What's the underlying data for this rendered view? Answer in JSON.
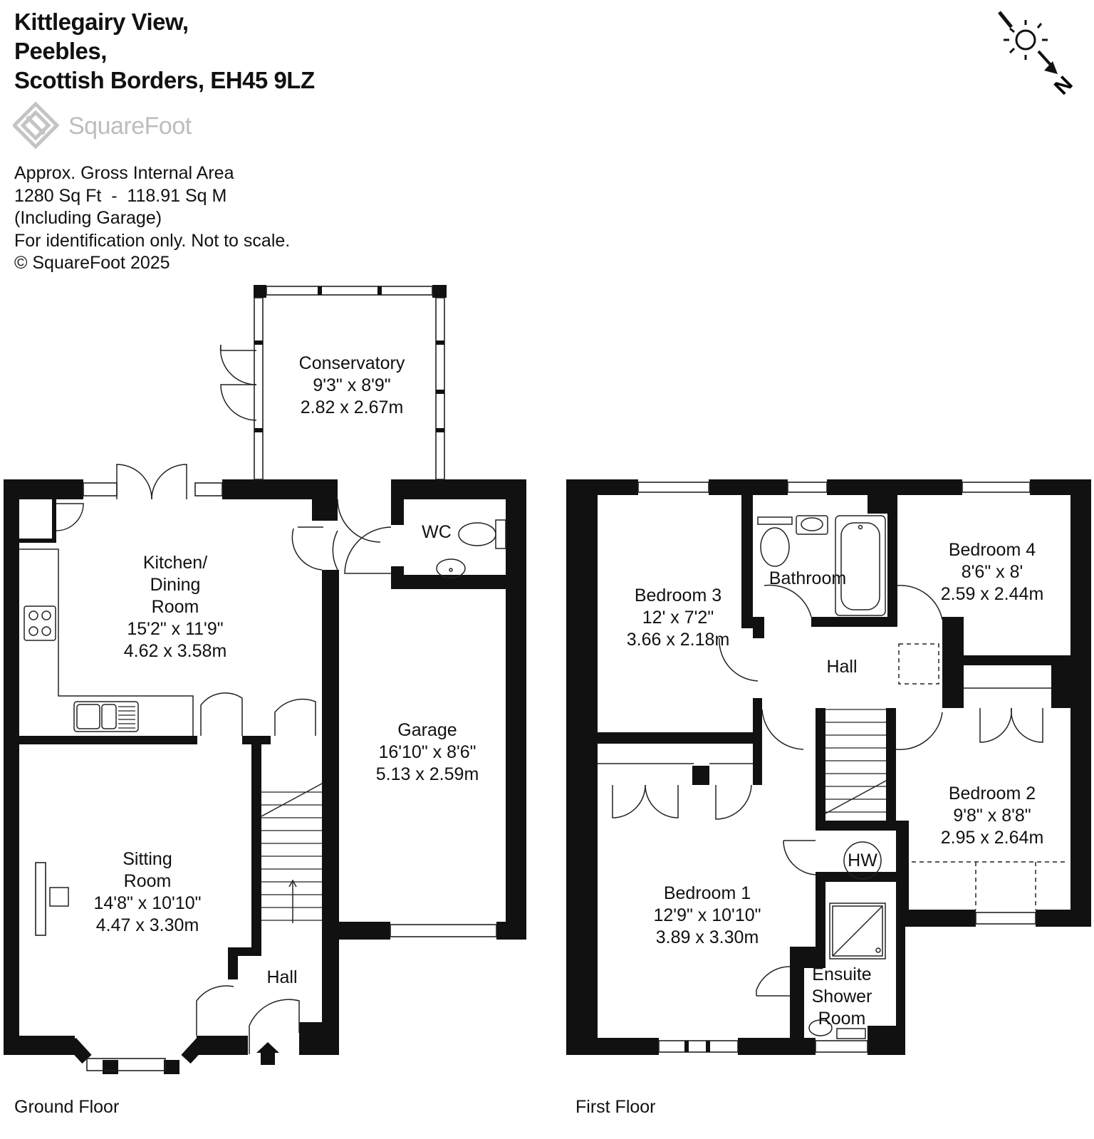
{
  "address": {
    "line1": "Kittlegairy View,",
    "line2": "Peebles,",
    "line3": "Scottish Borders, EH45 9LZ"
  },
  "brand": {
    "name": "SquareFoot",
    "logo_icon": "diamond-logo-icon"
  },
  "area_info": {
    "line1": "Approx. Gross Internal Area",
    "line2": "1280 Sq Ft  -  118.91 Sq M",
    "line3": "(Including Garage)",
    "line4": "For identification only. Not to scale.",
    "line5": "© SquareFoot 2025"
  },
  "compass": {
    "icon": "sun-compass-icon",
    "direction_label": "N"
  },
  "ground_floor": {
    "label": "Ground Floor",
    "rooms": {
      "conservatory": {
        "name": "Conservatory",
        "imperial": "9'3\" x 8'9\"",
        "metric": "2.82 x 2.67m"
      },
      "kitchen": {
        "name1": "Kitchen/",
        "name2": "Dining",
        "name3": "Room",
        "imperial": "15'2\" x 11'9\"",
        "metric": "4.62 x 3.58m"
      },
      "wc": {
        "name": "WC"
      },
      "garage": {
        "name": "Garage",
        "imperial": "16'10\" x 8'6\"",
        "metric": "5.13 x 2.59m"
      },
      "sitting": {
        "name1": "Sitting",
        "name2": "Room",
        "imperial": "14'8\" x 10'10\"",
        "metric": "4.47 x 3.30m"
      },
      "hall": {
        "name": "Hall"
      }
    }
  },
  "first_floor": {
    "label": "First Floor",
    "rooms": {
      "bedroom3": {
        "name": "Bedroom 3",
        "imperial": "12' x 7'2\"",
        "metric": "3.66 x 2.18m"
      },
      "bathroom": {
        "name": "Bathroom"
      },
      "bedroom4": {
        "name": "Bedroom 4",
        "imperial": "8'6\" x 8'",
        "metric": "2.59 x 2.44m"
      },
      "hall": {
        "name": "Hall"
      },
      "bedroom2": {
        "name": "Bedroom 2",
        "imperial": "9'8\" x 8'8\"",
        "metric": "2.95 x 2.64m"
      },
      "hw": {
        "name": "HW"
      },
      "bedroom1": {
        "name": "Bedroom 1",
        "imperial": "12'9\" x 10'10\"",
        "metric": "3.89 x 3.30m"
      },
      "ensuite": {
        "name1": "Ensuite",
        "name2": "Shower",
        "name3": "Room"
      }
    }
  }
}
